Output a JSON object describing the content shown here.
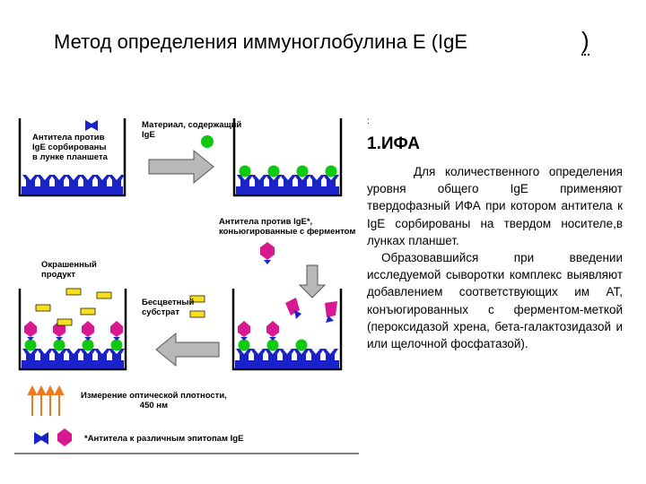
{
  "title": "Метод определения иммуноглобулина E (IgE",
  "title_paren": ")",
  "diagram": {
    "label_antibodies": "Антитела против\nIgE сорбированы\nв лунке планшета",
    "label_material": "Материал, содержащий\nIgE",
    "label_conjugated": "Антитела против IgE*,\nконьюгированные с ферментом",
    "label_colored": "Окрашенный\nпродукт",
    "label_substrate": "Бесцветный\nсубстрат",
    "label_measure": "Измерение оптической плотности,\n450 нм",
    "label_legend": "*Антитела к различным эпитопам IgE",
    "colors": {
      "plate": "#1a22c8",
      "antibody_blue": "#1a22c8",
      "antigen_green": "#10c810",
      "enzyme_magenta": "#d81890",
      "product_yellow": "#f8e020",
      "arrow_gray": "#b8b8b8",
      "measure_orange": "#f07820"
    }
  },
  "marker": ":",
  "heading": "1.ИФА",
  "paragraphs": [
    "Для количественного определения уровня общего IgE применяют твердофазный ИФА при котором антитела к IgE сорбированы на твердом носителе,в лунках планшет.",
    "Образовавшийся при введении исследуемой сыворотки комплекс выявляют добавлением соответствующих им АТ, конъюгированных с ферментом-меткой (пероксидазой хрена, бета-галактозидазой и или щелочной фосфатазой)."
  ]
}
